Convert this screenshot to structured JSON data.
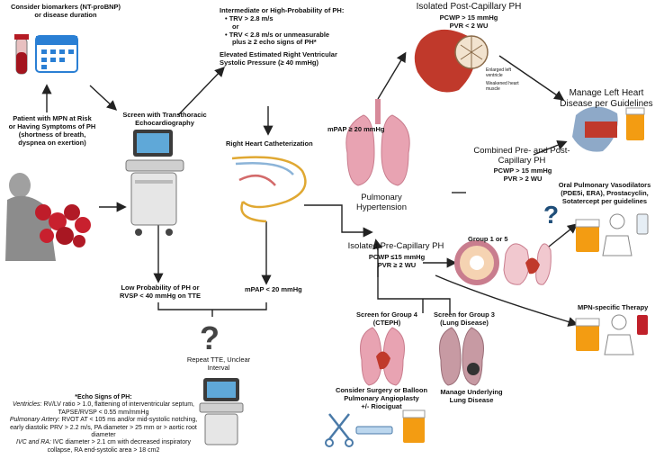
{
  "biomarkers": {
    "line1": "Consider biomarkers (NT-proBNP)",
    "line2": "or disease duration"
  },
  "patient": {
    "line1": "Patient with MPN at Risk",
    "line2": "or Having Symptoms of PH",
    "line3": "(shortness of breath,",
    "line4": "dyspnea on exertion)"
  },
  "screen_tte": {
    "line1": "Screen with Transthoracic",
    "line2": "Echocardiography"
  },
  "intermediate": {
    "heading": "Intermediate or High-Probability of PH:",
    "bullet1": "TRV  > 2.8 m/s",
    "or": "or",
    "bullet2a": "TRV < 2.8 m/s or unmeasurable",
    "bullet2b": "plus ≥ 2 echo signs of PH*",
    "elevated1": "Elevated Estimated Right Ventricular",
    "elevated2": "Systolic Pressure  (≥ 40 mmHg)"
  },
  "rhc": {
    "label": "Right Heart Catheterization"
  },
  "low_prob": {
    "line1": "Low Probability of PH or",
    "line2": "RVSP < 40 mmHg on TTE"
  },
  "mpap_low": "mPAP < 20 mmHg",
  "repeat": {
    "line1": "Repeat TTE, Unclear",
    "line2": "Interval"
  },
  "echo_signs": {
    "title": "*Echo Signs of PH:",
    "ventricles_label": "Ventricles:",
    "ventricles_text": " RV/LV ratio > 1.0, flattening of interventricular septum, TAPSE/RVSP < 0.55 mm/mmHg",
    "pa_label": "Pulmonary Artery:",
    "pa_text": " RVOT AT < 105 ms and/or mid-systolic notching, early diastolic PRV > 2.2 m/s, PA diameter > 25 mm or > aortic root diameter",
    "ivc_label": "IVC and RA:",
    "ivc_text": " IVC diameter > 2.1 cm with decreased inspiratory collapse, RA end-systolic area > 18 cm2"
  },
  "mpap_high": "mPAP ≥ 20 mmHg",
  "ph": {
    "line1": "Pulmonary",
    "line2": "Hypertension"
  },
  "ipcph": {
    "title": "Isolated Post-Capillary PH",
    "l1": "PCWP > 15 mmHg",
    "l2": "PVR < 2 WU"
  },
  "heart_labels": {
    "a": "Enlarged left ventricle",
    "b": "Weakened heart muscle"
  },
  "manage_left": {
    "line1": "Manage Left Heart",
    "line2": "Disease per Guidelines"
  },
  "cpcph": {
    "line1": "Combined Pre- and Post-",
    "line2": "Capillary PH",
    "l1": "PCWP > 15 mmHg",
    "l2": "PVR > 2 WU"
  },
  "iprecph": {
    "title": "Isolated Pre-Capillary PH",
    "l1": "PCWP ≤15 mmHg",
    "l2": "PVR ≥ 2 WU"
  },
  "group15": "Group 1 or 5",
  "oral": {
    "line1": "Oral Pulmonary Vasodilators",
    "line2": "(PDE5i, ERA), Prostacyclin,",
    "line3": "Sotatercept per guidelines"
  },
  "mpn_therapy": "MPN-specific Therapy",
  "group4": {
    "line1": "Screen for Group 4",
    "line2": "(CTEPH)"
  },
  "group3": {
    "line1": "Screen for Group 3",
    "line2": "(Lung Disease)"
  },
  "surgery": {
    "line1": "Consider Surgery or Balloon",
    "line2": "Pulmonary Angioplasty",
    "line3": "+/- Riociguat"
  },
  "manage_lung": {
    "line1": "Manage Underlying",
    "line2": "Lung Disease"
  },
  "colors": {
    "arrow": "#222222",
    "lung": "#d98b9c",
    "heart": "#c0392b",
    "blood": "#c0202a",
    "calendar": "#2a7fd4",
    "pill": "#f39c12"
  }
}
